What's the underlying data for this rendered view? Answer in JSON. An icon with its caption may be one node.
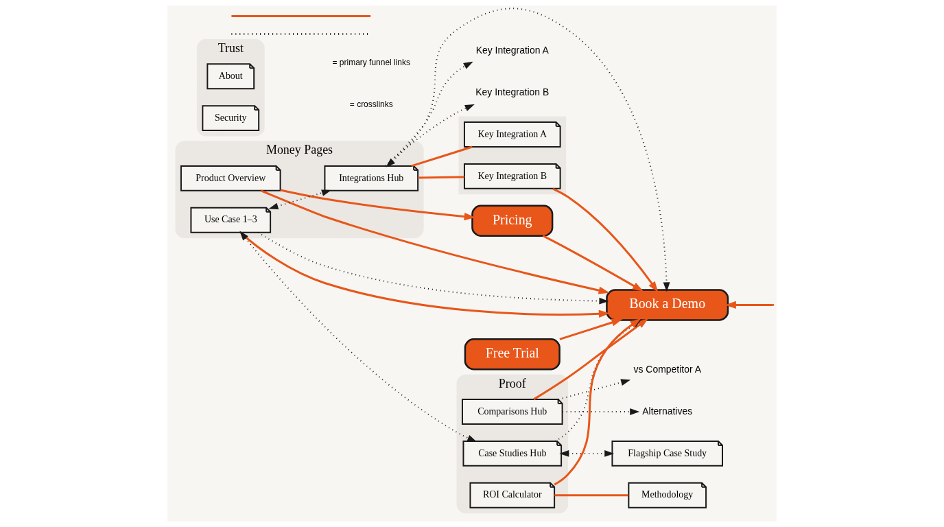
{
  "diagram": {
    "nodes": [
      {
        "text": [
          "Money Pages"
        ]
      },
      {
        "text": [
          "Product Overview"
        ],
        "in": 0
      },
      {
        "text": [
          "Use Case 1–3"
        ],
        "in": 0
      },
      {
        "text": [
          "Integrations Hub"
        ],
        "in": 0
      },
      {
        "text": [
          "Pricing"
        ]
      },
      {
        "text": [
          "Book a Demo"
        ]
      },
      {
        "text": [
          "Free Trial"
        ]
      },
      {
        "text": [
          "Proof"
        ]
      },
      {
        "text": [
          "Comparisons Hub"
        ],
        "in": 7
      },
      {
        "text": [
          "Case Studies Hub"
        ],
        "in": 7
      },
      {
        "text": [
          "ROI Calculator"
        ],
        "in": 7
      },
      {
        "text": [
          "vs Competitor A"
        ]
      },
      {
        "text": [
          "Alternatives"
        ]
      },
      {
        "text": [
          "Flagship Case Study"
        ]
      },
      {
        "text": [
          "Methodology"
        ]
      },
      {
        "text": [
          "Key Integration A"
        ]
      },
      {
        "text": [
          "Key Integration B"
        ]
      },
      {
        "text": [],
        "shape": "box"
      },
      {
        "text": [
          "Key Integration A"
        ],
        "in": 17
      },
      {
        "text": [
          "Key Integration B"
        ],
        "in": 17
      },
      {
        "text": [
          "Trust"
        ]
      },
      {
        "text": [
          "About"
        ],
        "in": 20
      },
      {
        "text": [
          "Security"
        ],
        "in": 20
      }
    ],
    "edges": [
      {
        "from": 1,
        "to": 4,
        "arrow": "to"
      },
      {
        "from": 1,
        "to": 5,
        "arrow": "to"
      },
      {
        "from": 4,
        "to": 5,
        "arrow": "to"
      },
      {
        "from": 2,
        "to": 5,
        "arrow": "to"
      },
      {
        "from": 8,
        "to": 5,
        "arrow": "to"
      },
      {
        "from": 10,
        "to": 5,
        "arrow": "to"
      },
      {
        "from": 6,
        "to": 5,
        "arrow": "to"
      },
      {
        "from": 19,
        "to": 5,
        "arrow": "to"
      },
      {
        "from": null,
        "to": 5,
        "arrow": "to"
      },
      {
        "from": 10,
        "to": 14,
        "arrow": "none"
      },
      {
        "from": 3,
        "to": 18,
        "arrow": "none"
      },
      {
        "from": 3,
        "to": 19,
        "arrow": "none"
      },
      {
        "from": 2,
        "to": 9,
        "arrow": "both",
        "style": "dashed",
        "color": "#1a1a1a"
      },
      {
        "from": 2,
        "to": 5,
        "arrow": "to",
        "style": "dashed",
        "color": "#1a1a1a"
      },
      {
        "from": 9,
        "to": 5,
        "arrow": "to",
        "style": "dashed",
        "color": "#1a1a1a"
      },
      {
        "from": 2,
        "to": 3,
        "arrow": "both",
        "style": "dashed",
        "color": "#1a1a1a"
      },
      {
        "from": 3,
        "to": 5,
        "arrow": "both",
        "style": "dashed",
        "color": "#1a1a1a"
      },
      {
        "from": 3,
        "to": 15,
        "arrow": "to",
        "style": "dashed",
        "color": "#1a1a1a"
      },
      {
        "from": 3,
        "to": 16,
        "arrow": "to",
        "style": "dashed",
        "color": "#1a1a1a"
      },
      {
        "from": 8,
        "to": 11,
        "arrow": "to",
        "style": "dashed",
        "color": "#1a1a1a"
      },
      {
        "from": 8,
        "to": 12,
        "arrow": "to",
        "style": "dashed",
        "color": "#1a1a1a"
      },
      {
        "from": 9,
        "to": 13,
        "arrow": "both",
        "style": "dashed",
        "color": "#1a1a1a"
      }
    ],
    "legend": [
      {
        "text": "= primary funnel links"
      },
      {
        "text": "= crosslinks"
      }
    ]
  }
}
